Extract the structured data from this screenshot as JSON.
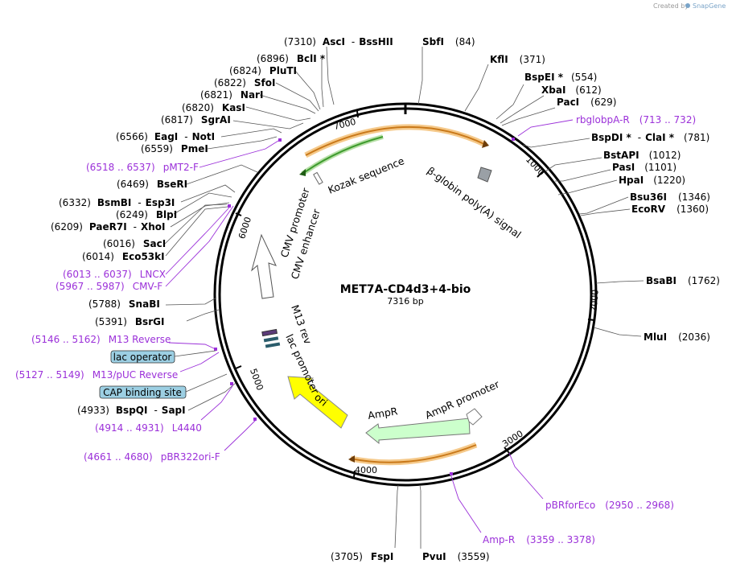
{
  "plasmid": {
    "name": "MET7A-CD4d3+4-bio",
    "size": "7316 bp"
  },
  "credit": {
    "prefix": "Created by",
    "brand": "SnapGene"
  },
  "ring_ticks": [
    "1000",
    "2000",
    "3000",
    "4000",
    "5000",
    "6000",
    "7000"
  ],
  "enzymes": [
    {
      "pos": "(7310)",
      "name": "AscI",
      "sep": "-",
      "name2": "BssHII"
    },
    {
      "pos": "(84)",
      "name": "SbfI"
    },
    {
      "pos": "(371)",
      "name": "KflI"
    },
    {
      "pos": "(554)",
      "name": "BspEI *"
    },
    {
      "pos": "(612)",
      "name": "XbaI"
    },
    {
      "pos": "(629)",
      "name": "PacI"
    },
    {
      "pos": "(781)",
      "name": "BspDI *",
      "sep": "-",
      "name2": "ClaI *"
    },
    {
      "pos": "(1012)",
      "name": "BstAPI"
    },
    {
      "pos": "(1101)",
      "name": "PasI"
    },
    {
      "pos": "(1220)",
      "name": "HpaI"
    },
    {
      "pos": "(1346)",
      "name": "Bsu36I"
    },
    {
      "pos": "(1360)",
      "name": "EcoRV"
    },
    {
      "pos": "(1762)",
      "name": "BsaBI"
    },
    {
      "pos": "(2036)",
      "name": "MluI"
    },
    {
      "pos": "(3559)",
      "name": "PvuI"
    },
    {
      "pos": "(3705)",
      "name": "FspI"
    },
    {
      "pos": "(4933)",
      "name": "BspQI",
      "sep": "-",
      "name2": "SapI"
    },
    {
      "pos": "(5391)",
      "name": "BsrGI"
    },
    {
      "pos": "(5788)",
      "name": "SnaBI"
    },
    {
      "pos": "(6014)",
      "name": "Eco53kI"
    },
    {
      "pos": "(6016)",
      "name": "SacI"
    },
    {
      "pos": "(6209)",
      "name": "PaeR7I",
      "sep": "-",
      "name2": "XhoI"
    },
    {
      "pos": "(6249)",
      "name": "BlpI"
    },
    {
      "pos": "(6332)",
      "name": "BsmBI",
      "sep": "-",
      "name2": "Esp3I"
    },
    {
      "pos": "(6469)",
      "name": "BseRI"
    },
    {
      "pos": "(6559)",
      "name": "PmeI"
    },
    {
      "pos": "(6566)",
      "name": "EagI",
      "sep": "-",
      "name2": "NotI"
    },
    {
      "pos": "(6817)",
      "name": "SgrAI"
    },
    {
      "pos": "(6820)",
      "name": "KasI"
    },
    {
      "pos": "(6821)",
      "name": "NarI"
    },
    {
      "pos": "(6822)",
      "name": "SfoI"
    },
    {
      "pos": "(6824)",
      "name": "PluTI"
    },
    {
      "pos": "(6896)",
      "name": "BclI *"
    }
  ],
  "primers": [
    {
      "name": "rbglobpA-R",
      "range": "(713 .. 732)"
    },
    {
      "name": "pMT2-F",
      "range": "(6518 .. 6537)"
    },
    {
      "name": "LNCX",
      "range": "(6013 .. 6037)"
    },
    {
      "name": "CMV-F",
      "range": "(5967 .. 5987)"
    },
    {
      "name": "M13 Reverse",
      "range": "(5146 .. 5162)"
    },
    {
      "name": "M13/pUC Reverse",
      "range": "(5127 .. 5149)"
    },
    {
      "name": "L4440",
      "range": "(4914 .. 4931)"
    },
    {
      "name": "pBR322ori-F",
      "range": "(4661 .. 4680)"
    },
    {
      "name": "pBRforEco",
      "range": "(2950 .. 2968)"
    },
    {
      "name": "Amp-R",
      "range": "(3359 .. 3378)"
    }
  ],
  "boxed_features": [
    "lac operator",
    "CAP binding site"
  ],
  "inner_features": {
    "kozak": "Kozak sequence",
    "globin": "β-globin poly(A) signal",
    "cmv_promoter": "CMV promoter",
    "cmv_enhancer": "CMV enhancer",
    "m13_rev": "M13 rev",
    "lac_promoter": "lac promoter",
    "ori": "ori",
    "ampr": "AmpR",
    "ampr_promoter": "AmpR promoter"
  },
  "colors": {
    "primer": "#9b30d9",
    "ori": "#ffff00",
    "ampr": "#ccffcc",
    "orange_arc": "#f5a623",
    "green_arc": "#3e9b2e",
    "box_fill": "#9ccfe3"
  }
}
